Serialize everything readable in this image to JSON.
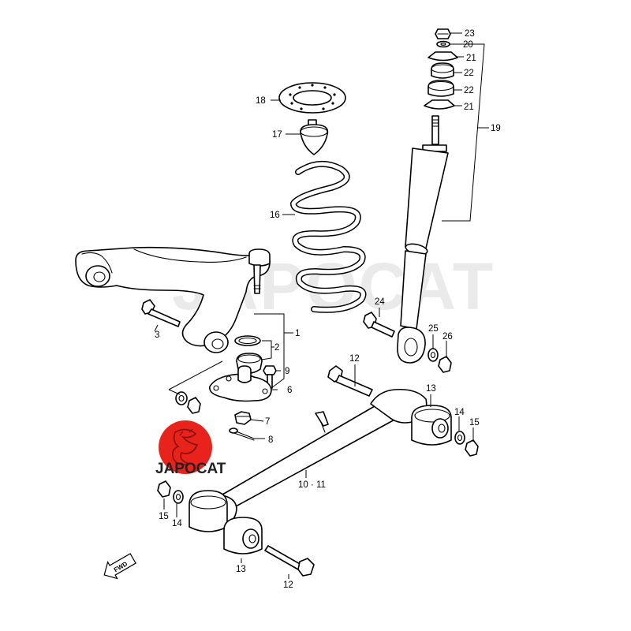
{
  "watermark_text": "JAPOCAT",
  "logo": {
    "text": "JAPOCAT",
    "color": "#e8231c"
  },
  "fwd_label": "FWD",
  "callouts": [
    {
      "id": "c23",
      "text": "23"
    },
    {
      "id": "c20",
      "text": "20"
    },
    {
      "id": "c21a",
      "text": "21"
    },
    {
      "id": "c22a",
      "text": "22"
    },
    {
      "id": "c22b",
      "text": "22"
    },
    {
      "id": "c21b",
      "text": "21"
    },
    {
      "id": "c19",
      "text": "19"
    },
    {
      "id": "c18",
      "text": "18"
    },
    {
      "id": "c17",
      "text": "17"
    },
    {
      "id": "c16",
      "text": "16"
    },
    {
      "id": "c24",
      "text": "24"
    },
    {
      "id": "c25",
      "text": "25"
    },
    {
      "id": "c26",
      "text": "26"
    },
    {
      "id": "c1",
      "text": "1"
    },
    {
      "id": "c2",
      "text": "2"
    },
    {
      "id": "c3",
      "text": "3"
    },
    {
      "id": "c9",
      "text": "9"
    },
    {
      "id": "c6",
      "text": "6"
    },
    {
      "id": "c7",
      "text": "7"
    },
    {
      "id": "c8",
      "text": "8"
    },
    {
      "id": "c12a",
      "text": "12"
    },
    {
      "id": "c13a",
      "text": "13"
    },
    {
      "id": "c14a",
      "text": "14"
    },
    {
      "id": "c15a",
      "text": "15"
    },
    {
      "id": "c1011",
      "text": "10 · 11"
    },
    {
      "id": "c15b",
      "text": "15"
    },
    {
      "id": "c14b",
      "text": "14"
    },
    {
      "id": "c13b",
      "text": "13"
    },
    {
      "id": "c12b",
      "text": "12"
    }
  ]
}
